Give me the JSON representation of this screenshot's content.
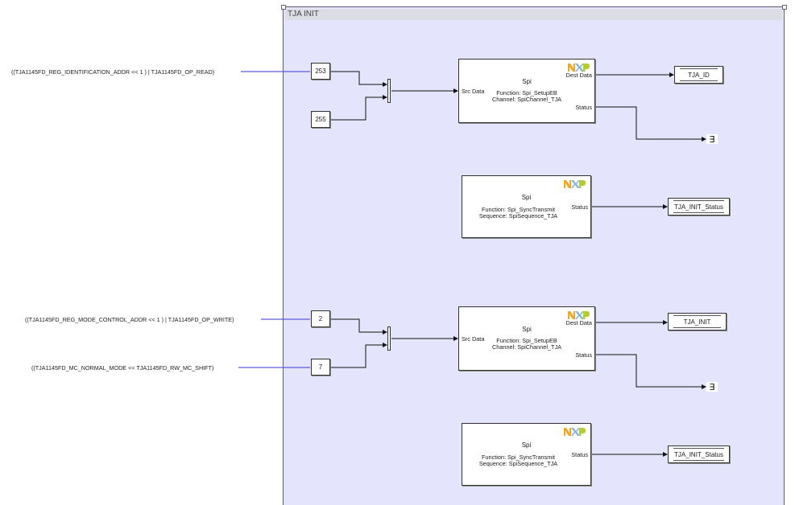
{
  "subsystem": {
    "title": "TJA INIT",
    "background_color": "#e4e4fc"
  },
  "colors": {
    "signal_line_external": "#5a5ad2",
    "signal_line_internal": "#111111",
    "nxp_n": "#f5a623",
    "nxp_x": "#7fb3e0",
    "nxp_p": "#b5cc2e"
  },
  "expressions": {
    "expr1": "((TJA1145FD_REG_IDENTIFICATION_ADDR << 1 ) | TJA1145FD_OP_READ)",
    "expr3": "((TJA1145FD_REG_MODE_CONTROL_ADDR << 1 ) | TJA1145FD_OP_WRITE)",
    "expr4": "((TJA1145FD_MC_NORMAL_MODE << TJA1145FD_RW_MC_SHIFT)"
  },
  "constants": {
    "c1": "253",
    "c2": "255",
    "c3": "2",
    "c4": "7"
  },
  "spi_blocks": [
    {
      "name": "Spi",
      "logo": "NXP",
      "input_port": "Src Data",
      "output_ports": [
        "Dest Data",
        "Status"
      ],
      "line1": "Function: Spi_SetupEB",
      "line2": "Channel: SpiChannel_TJA"
    },
    {
      "name": "Spi",
      "logo": "NXP",
      "output_ports": [
        "Status"
      ],
      "line1": "Function: Spi_SyncTransmit",
      "line2": "Sequence: SpiSequence_TJA"
    },
    {
      "name": "Spi",
      "logo": "NXP",
      "input_port": "Src Data",
      "output_ports": [
        "Dest Data",
        "Status"
      ],
      "line1": "Function: Spi_SetupEB",
      "line2": "Channel: SpiChannel_TJA"
    },
    {
      "name": "Spi",
      "logo": "NXP",
      "output_ports": [
        "Status"
      ],
      "line1": "Function: Spi_SyncTransmit",
      "line2": "Sequence: SpiSequence_TJA"
    }
  ],
  "goto_blocks": {
    "g1": "TJA_ID",
    "g2": "TJA_INIT_Status",
    "g3": "TJA_INIT",
    "g4": "TJA_INIT_Status"
  },
  "terminators": {
    "t1": "terminator-icon",
    "t2": "terminator-icon"
  }
}
